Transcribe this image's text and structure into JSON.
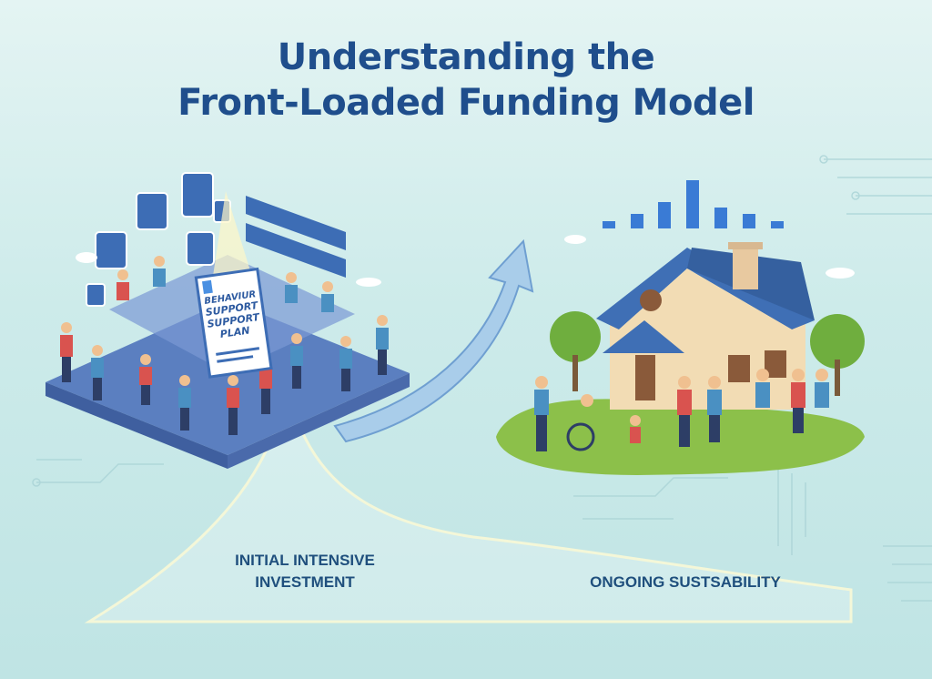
{
  "title": {
    "line1": "Understanding the",
    "line2": "Front-Loaded Funding Model"
  },
  "document": {
    "line1": "BEHAVIUR",
    "line2": "SUPPORT",
    "line3": "SUPPORT",
    "line4": "PLAN"
  },
  "labels": {
    "initial": "INITIAL INTENSIVE INVESTMENT",
    "ongoing": "ONGOING SUSTSABILITY"
  },
  "colors": {
    "title": "#1f4e8c",
    "accent": "#3a7bd5",
    "roof": "#3f6fb5",
    "platform": "#5b7fc0"
  }
}
